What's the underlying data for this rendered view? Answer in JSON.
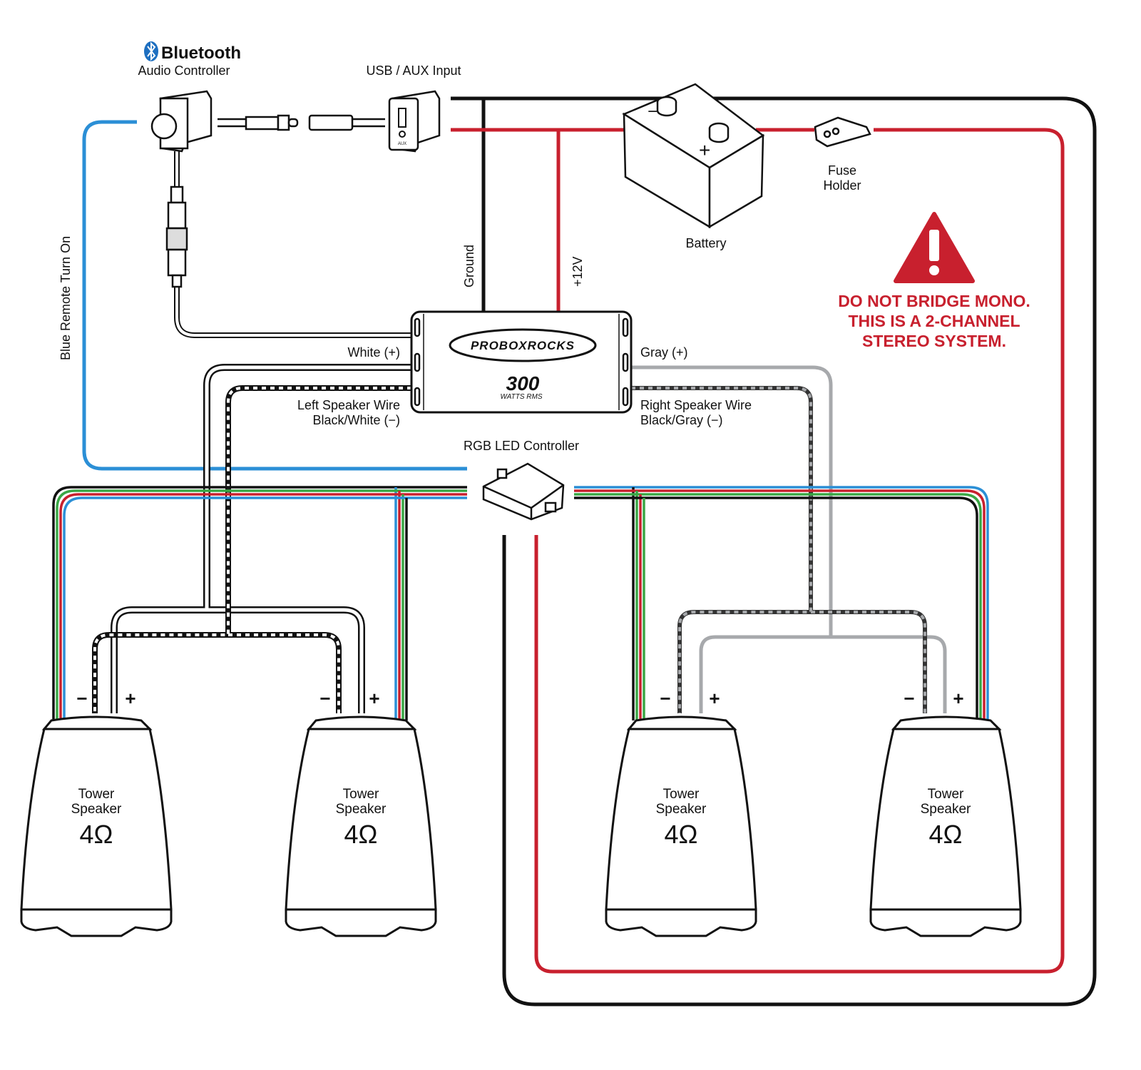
{
  "colors": {
    "red": "#c8202e",
    "black": "#111111",
    "blue": "#2b8fd6",
    "green": "#3aa745",
    "gray": "#a7a9ac"
  },
  "bluetooth_logo": "Bluetooth",
  "labels": {
    "audio_controller": "Audio Controller",
    "usb_aux": "USB / AUX Input",
    "battery": "Battery",
    "fuse_line1": "Fuse",
    "fuse_line2": "Holder",
    "ground": "Ground",
    "plus12v": "+12V",
    "blue_remote": "Blue Remote Turn On",
    "white_plus": "White (+)",
    "gray_plus": "Gray (+)",
    "left_wire_1": "Left Speaker Wire",
    "left_wire_2": "Black/White (−)",
    "right_wire_1": "Right Speaker Wire",
    "right_wire_2": "Black/Gray (−)",
    "rgb_controller": "RGB LED Controller",
    "usb_aux_port": "AUX"
  },
  "amplifier": {
    "brand": "PROBOXROCKS",
    "power": "300",
    "power_unit": "WATTS RMS"
  },
  "warning": {
    "line1": "DO NOT BRIDGE MONO.",
    "line2": "THIS IS A 2-CHANNEL",
    "line3": "STEREO SYSTEM."
  },
  "terminals": {
    "minus": "−",
    "plus": "+"
  },
  "speakers": [
    {
      "line1": "Tower",
      "line2": "Speaker",
      "impedance": "4Ω"
    },
    {
      "line1": "Tower",
      "line2": "Speaker",
      "impedance": "4Ω"
    },
    {
      "line1": "Tower",
      "line2": "Speaker",
      "impedance": "4Ω"
    },
    {
      "line1": "Tower",
      "line2": "Speaker",
      "impedance": "4Ω"
    }
  ]
}
